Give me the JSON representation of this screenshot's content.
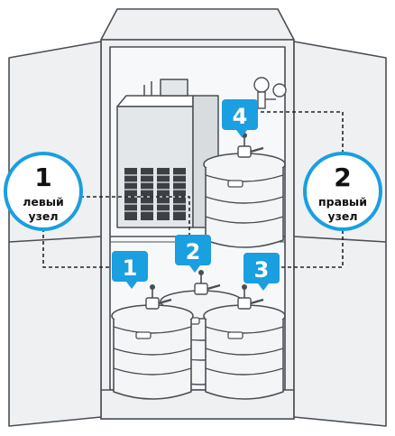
{
  "colors": {
    "accent": "#1a9fe0",
    "outline": "#4a4f55",
    "cabinet_fill": "#eef0f2",
    "keg_fill": "#f4f5f7",
    "unit_fill": "#e4e7ea",
    "vent_fill": "#3c4045"
  },
  "icons": [
    "refrigeration-unit-icon",
    "keg-icon",
    "co2-regulator-icon",
    "tap-coupler-icon"
  ],
  "nodes": [
    {
      "number": "1",
      "line1": "левый",
      "line2": "узел"
    },
    {
      "number": "2",
      "line1": "правый",
      "line2": "узел"
    }
  ],
  "markers": [
    {
      "number": "1"
    },
    {
      "number": "2"
    },
    {
      "number": "3"
    },
    {
      "number": "4"
    }
  ]
}
